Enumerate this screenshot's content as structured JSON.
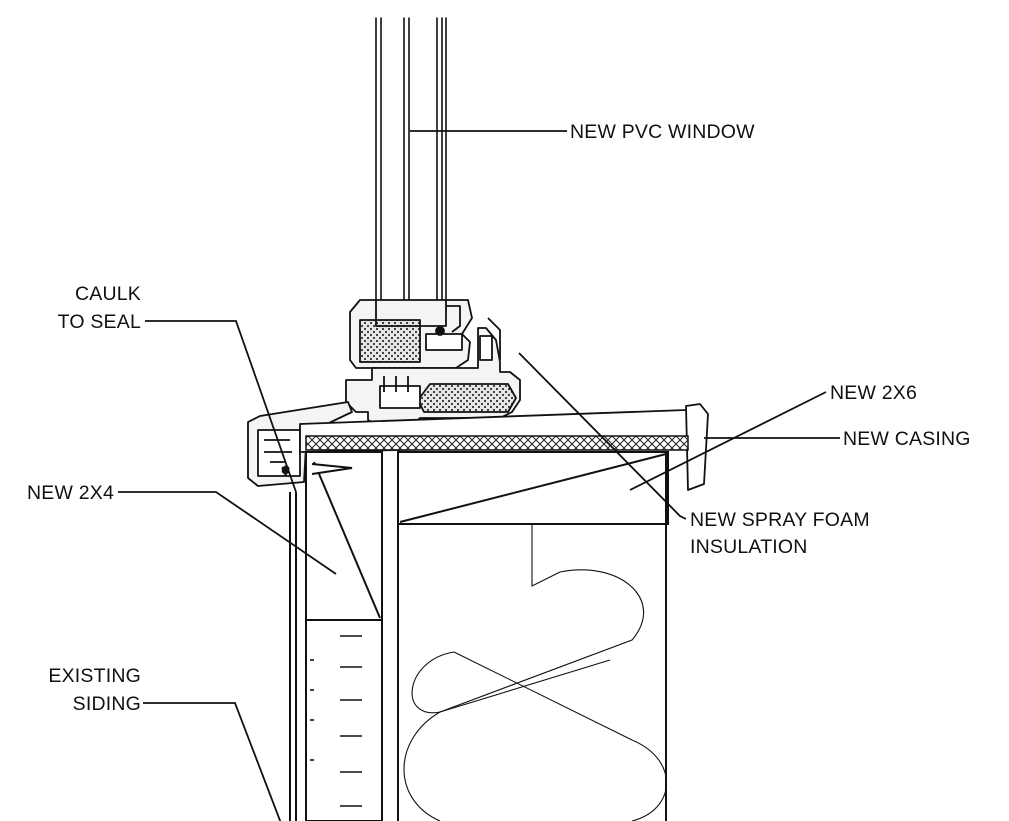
{
  "labels": {
    "window": "NEW PVC WINDOW",
    "caulk_line1": "CAULK",
    "caulk_line2": "TO SEAL",
    "two_by_six": "NEW 2X6",
    "casing": "NEW CASING",
    "two_by_four": "NEW 2X4",
    "spray_foam_line1": "NEW SPRAY FOAM",
    "spray_foam_line2": "INSULATION",
    "siding_line1": "EXISTING",
    "siding_line2": "SIDING"
  },
  "colors": {
    "ink": "#111111",
    "background": "#ffffff",
    "frame_fill": "#f4f4f4",
    "foam_fill": "#dcdcdc"
  }
}
